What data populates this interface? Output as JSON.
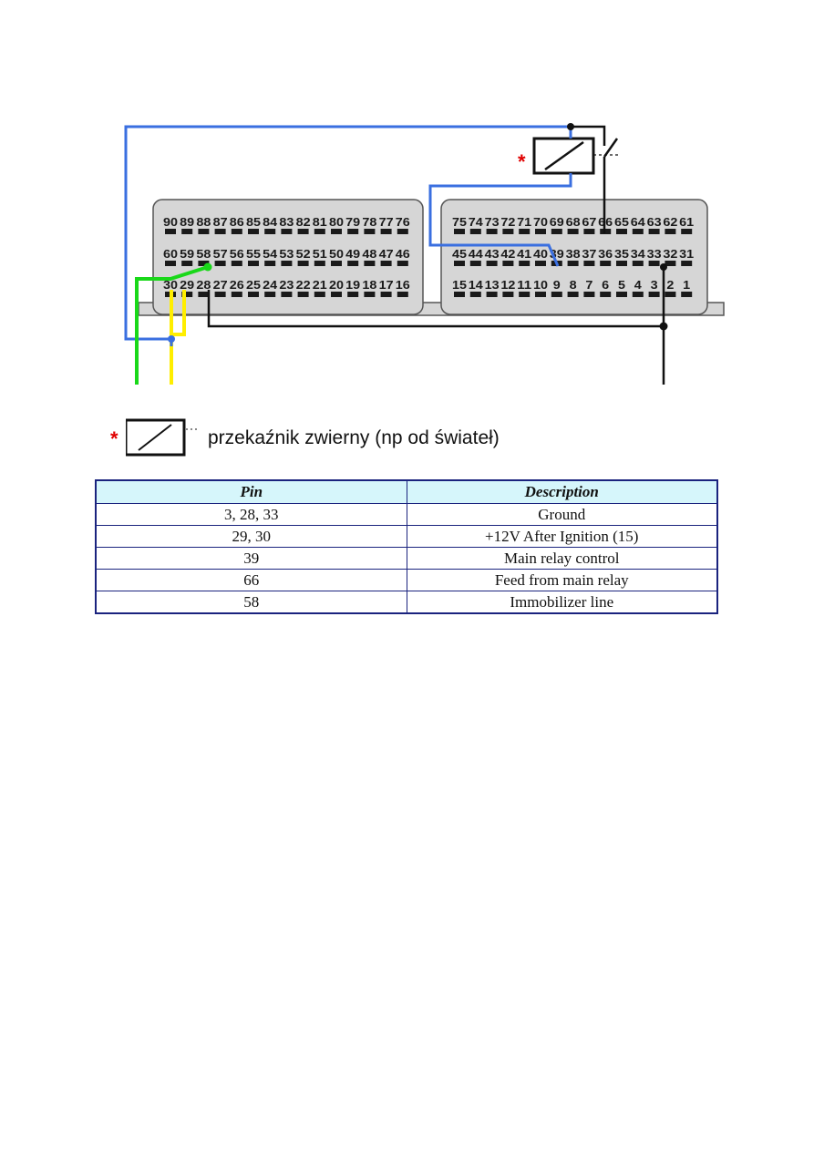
{
  "diagram": {
    "relay_marker": "*",
    "left_connector": {
      "row1": [
        "90",
        "89",
        "88",
        "87",
        "86",
        "85",
        "84",
        "83",
        "82",
        "81",
        "80",
        "79",
        "78",
        "77",
        "76"
      ],
      "row2": [
        "60",
        "59",
        "58",
        "57",
        "56",
        "55",
        "54",
        "53",
        "52",
        "51",
        "50",
        "49",
        "48",
        "47",
        "46"
      ],
      "row3": [
        "30",
        "29",
        "28",
        "27",
        "26",
        "25",
        "24",
        "23",
        "22",
        "21",
        "20",
        "19",
        "18",
        "17",
        "16"
      ]
    },
    "right_connector": {
      "row1": [
        "75",
        "74",
        "73",
        "72",
        "71",
        "70",
        "69",
        "68",
        "67",
        "66",
        "65",
        "64",
        "63",
        "62",
        "61"
      ],
      "row2": [
        "45",
        "44",
        "43",
        "42",
        "41",
        "40",
        "39",
        "38",
        "37",
        "36",
        "35",
        "34",
        "33",
        "32",
        "31"
      ],
      "row3": [
        "15",
        "14",
        "13",
        "12",
        "11",
        "10",
        "9",
        "8",
        "7",
        "6",
        "5",
        "4",
        "3",
        "2",
        "1"
      ]
    },
    "wire_colors": {
      "blue": "#3a6fe0",
      "green": "#19d819",
      "yellow": "#ffee00",
      "black": "#111111"
    },
    "connector_fill": "#d6d6d6"
  },
  "legend": {
    "marker": "*",
    "text": "przekaźnik zwierny (np od świateł)"
  },
  "table": {
    "headers": {
      "pin": "Pin",
      "description": "Description"
    },
    "rows": [
      {
        "pin": "3, 28, 33",
        "description": "Ground"
      },
      {
        "pin": "29, 30",
        "description": "+12V After Ignition (15)"
      },
      {
        "pin": "39",
        "description": "Main relay control"
      },
      {
        "pin": "66",
        "description": "Feed from main relay"
      },
      {
        "pin": "58",
        "description": "Immobilizer line"
      }
    ]
  }
}
